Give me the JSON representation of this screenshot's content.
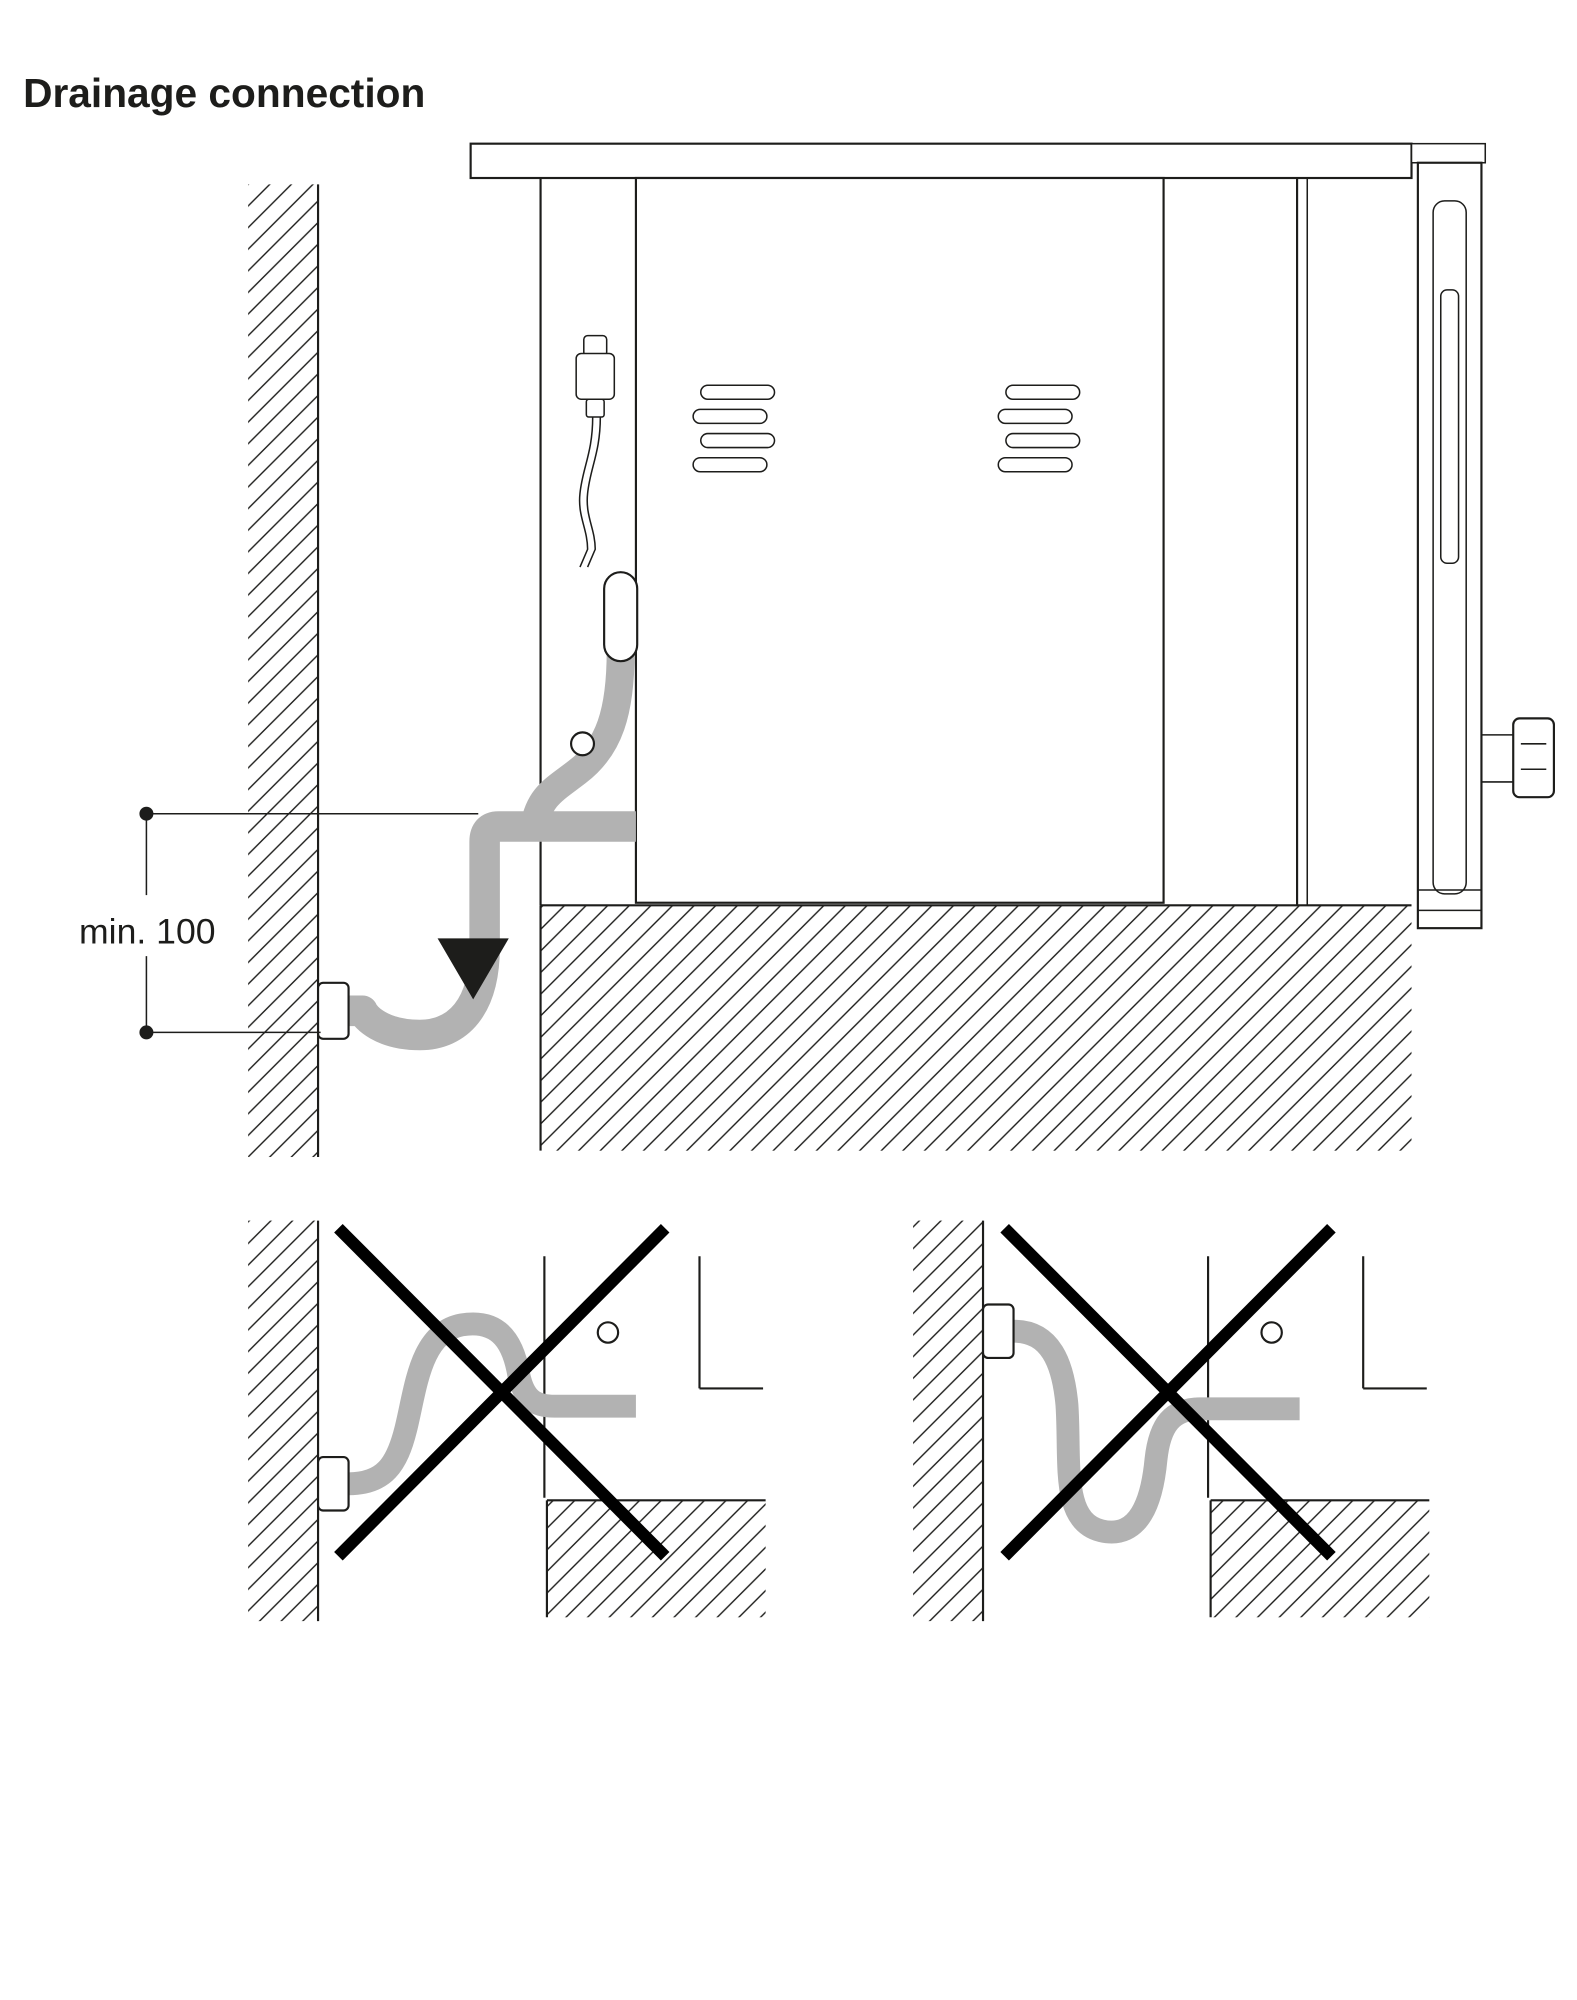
{
  "title": "Drainage connection",
  "dimension": {
    "label": "min. 100"
  },
  "colors": {
    "line": "#1d1d1b",
    "hose": "#b2b2b2",
    "prohibition": "#000000",
    "background": "#ffffff"
  },
  "icons": {
    "flow_arrow": "filled downward triangle",
    "prohibition_cross": "black diagonal X over incorrect installation",
    "hatch": "diagonal section hatching for wall and base"
  }
}
